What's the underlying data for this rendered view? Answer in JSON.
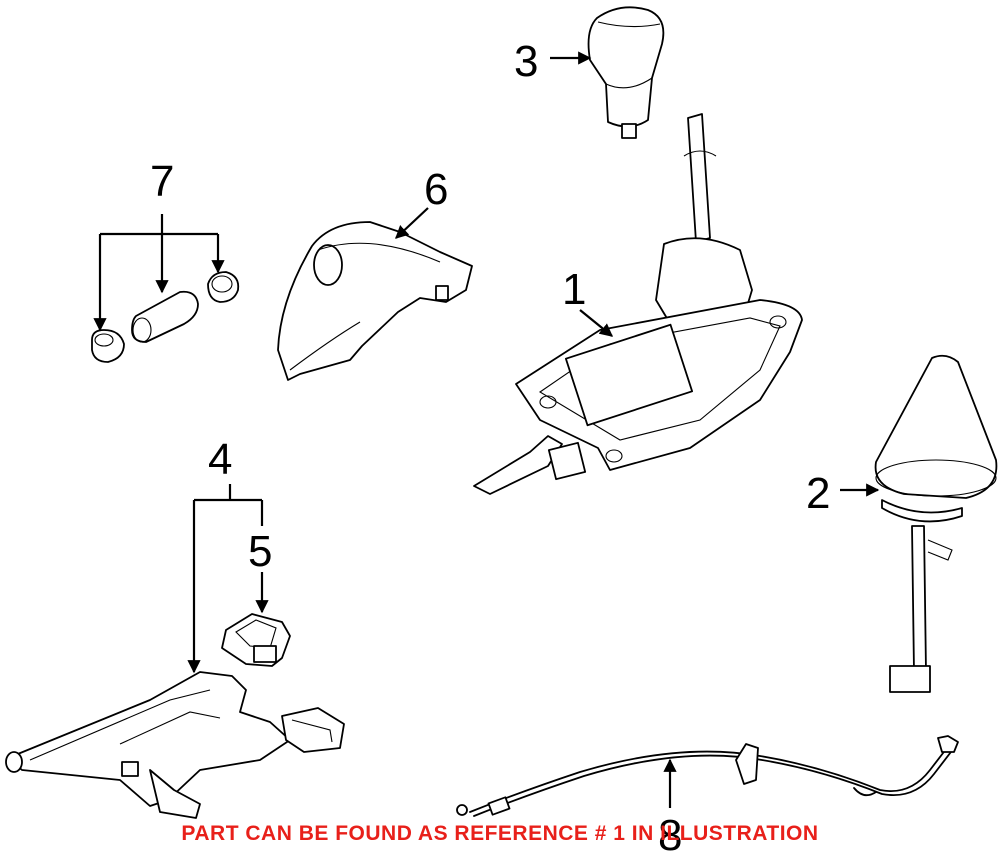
{
  "callouts": {
    "c1": "1",
    "c2": "2",
    "c3": "3",
    "c4": "4",
    "c5": "5",
    "c6": "6",
    "c7": "7",
    "c8": "8"
  },
  "footer_note": "PART CAN BE FOUND AS REFERENCE # 1 IN ILLUSTRATION",
  "colors": {
    "footer_note": "#e8201a",
    "line_art": "#000000",
    "background": "#ffffff"
  }
}
